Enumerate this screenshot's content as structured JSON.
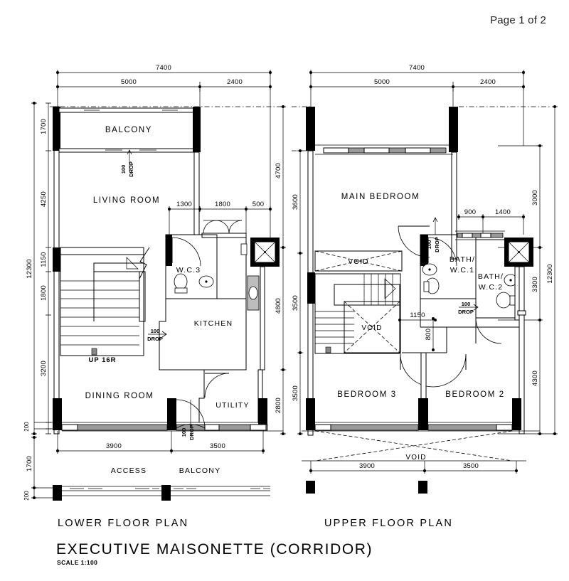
{
  "page": {
    "header": "Page 1 of 2",
    "title": "EXECUTIVE MAISONETTE (CORRIDOR)",
    "scale": "SCALE 1:100"
  },
  "lower_plan": {
    "caption": "LOWER FLOOR PLAN",
    "rooms": [
      {
        "name": "BALCONY",
        "label": "BALCONY"
      },
      {
        "name": "LIVING ROOM",
        "label": "LIVING  ROOM"
      },
      {
        "name": "W.C.3",
        "label": "W.C.3"
      },
      {
        "name": "KITCHEN",
        "label": "KITCHEN"
      },
      {
        "name": "DINING ROOM",
        "label": "DINING  ROOM"
      },
      {
        "name": "UTILITY",
        "label": "UTILITY"
      },
      {
        "name": "ACCESS",
        "label": "ACCESS"
      },
      {
        "name": "BALCONY2",
        "label": "BALCONY"
      }
    ],
    "stair_note": "UP  16R",
    "drops": [
      "100",
      "DROP"
    ],
    "dims_top_overall": "7400",
    "dims_top": [
      "5000",
      "2400"
    ],
    "dims_left_overall": "12300",
    "dims_left": [
      "1700",
      "4250",
      "1150",
      "1800",
      "3200",
      "200",
      "1700",
      "200"
    ],
    "dims_right": [
      "4700",
      "4800",
      "2800"
    ],
    "dims_inner": [
      "1300",
      "1800",
      "500"
    ],
    "dims_bottom": [
      "3900",
      "3500"
    ]
  },
  "upper_plan": {
    "caption": "UPPER FLOOR PLAN",
    "rooms": [
      {
        "name": "MAIN BEDROOM",
        "label": "MAIN  BEDROOM"
      },
      {
        "name": "BATH/W.C.1",
        "label_line1": "BATH/",
        "label_line2": "W.C.1"
      },
      {
        "name": "BATH/W.C.2",
        "label_line1": "BATH/",
        "label_line2": "W.C.2"
      },
      {
        "name": "BEDROOM 3",
        "label": "BEDROOM  3"
      },
      {
        "name": "BEDROOM 2",
        "label": "BEDROOM  2"
      }
    ],
    "voids": [
      "VOID",
      "VOID",
      "VOID"
    ],
    "drops": [
      "100",
      "DROP"
    ],
    "dims_top_overall": "7400",
    "dims_top": [
      "5000",
      "2400"
    ],
    "dims_left": [
      "3600",
      "3500",
      "3500"
    ],
    "dims_right_overall": "12300",
    "dims_right": [
      "3000",
      "3300",
      "4300"
    ],
    "dims_inner": [
      "900",
      "1400",
      "1150",
      "800"
    ],
    "dims_bottom": [
      "3900",
      "3500"
    ]
  },
  "colors": {
    "ink": "#000000",
    "wall_grey": "#9a9a9a",
    "paper": "#ffffff"
  }
}
